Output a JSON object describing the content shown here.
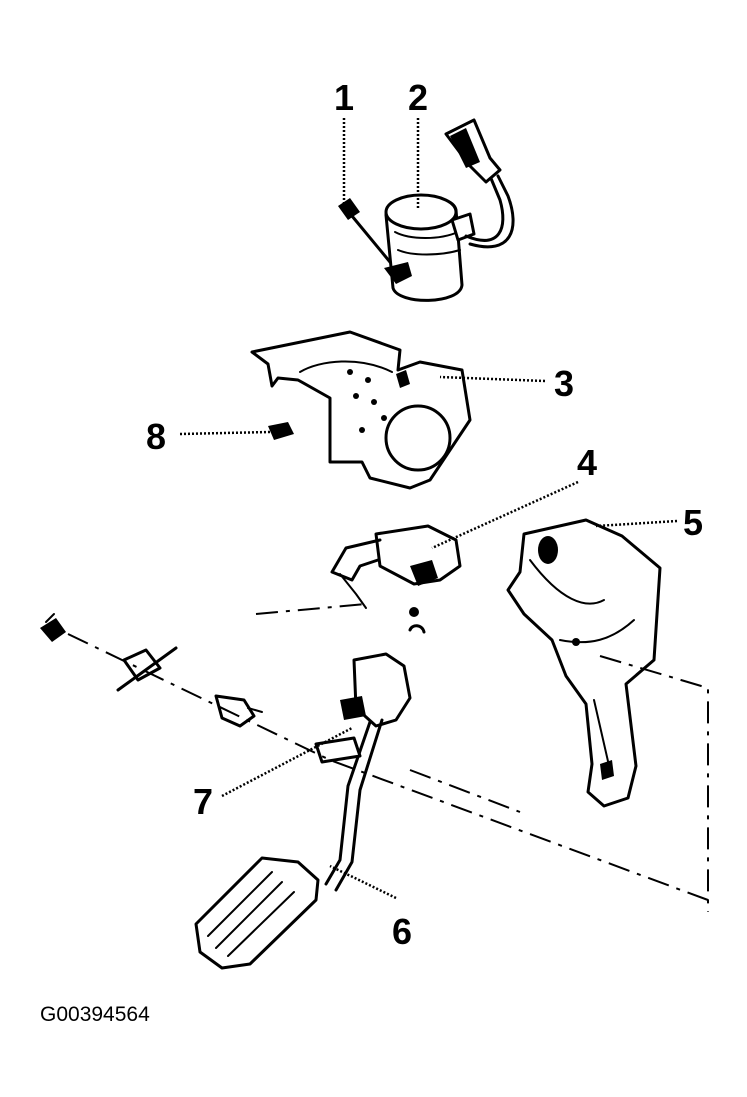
{
  "callouts": {
    "c1": "1",
    "c2": "2",
    "c3": "3",
    "c4": "4",
    "c5": "5",
    "c6": "6",
    "c7": "7",
    "c8": "8"
  },
  "figure_id": "G00394564"
}
